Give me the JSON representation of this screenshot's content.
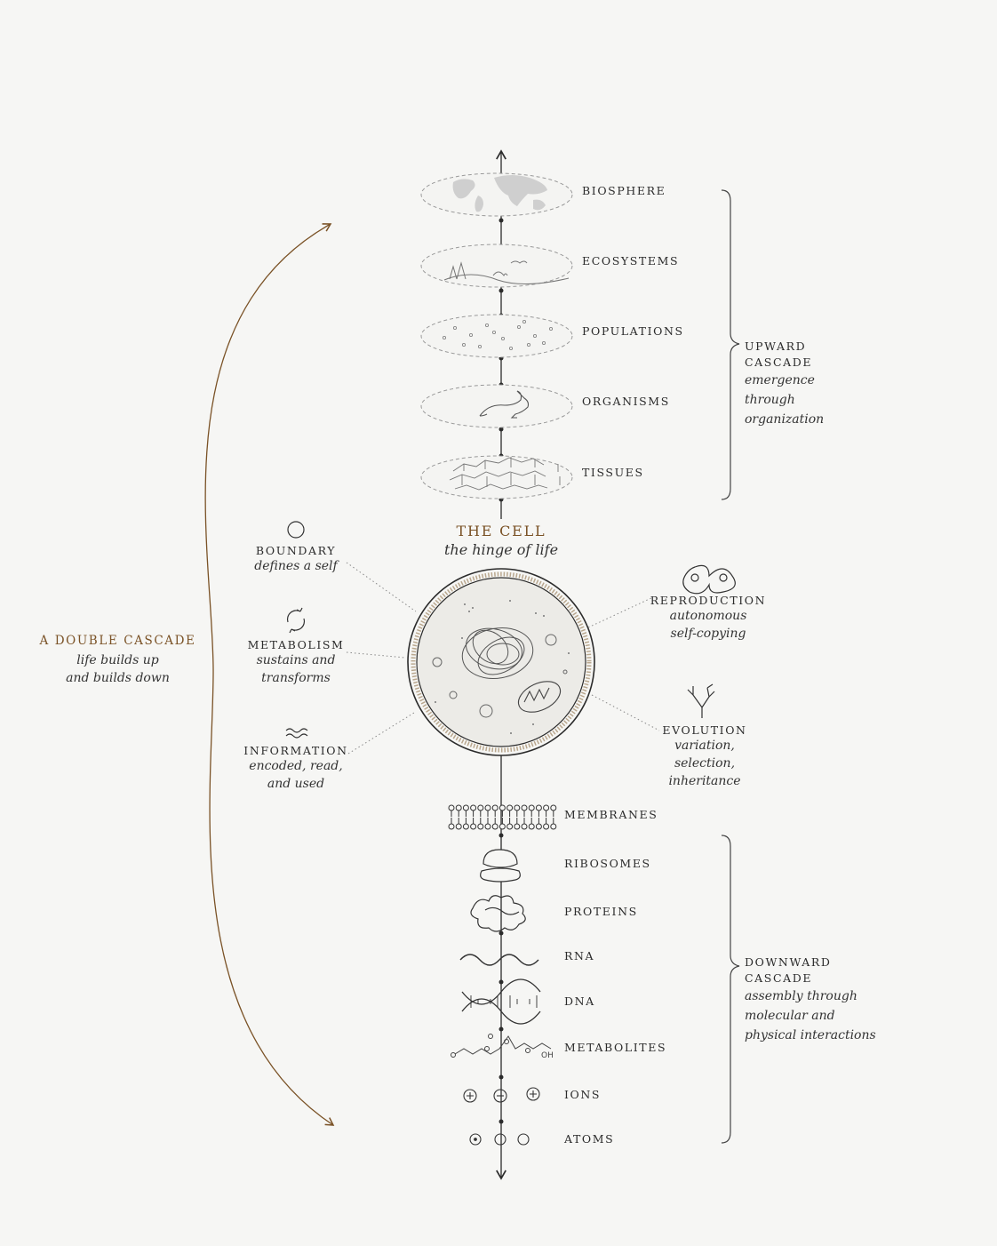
{
  "left_cascade": {
    "title": "A DOUBLE CASCADE",
    "line1": "life builds up",
    "line2": "and builds down"
  },
  "upward_levels": [
    "BIOSPHERE",
    "ECOSYSTEMS",
    "POPULATIONS",
    "ORGANISMS",
    "TISSUES"
  ],
  "upward_cascade": {
    "title_line1": "UPWARD",
    "title_line2": "CASCADE",
    "desc_line1": "emergence",
    "desc_line2": "through",
    "desc_line3": "organization"
  },
  "cell": {
    "title": "THE CELL",
    "subtitle": "the hinge of life"
  },
  "properties": {
    "boundary": {
      "title": "BOUNDARY",
      "line1": "defines a self"
    },
    "metabolism": {
      "title": "METABOLISM",
      "line1": "sustains and",
      "line2": "transforms"
    },
    "information": {
      "title": "INFORMATION",
      "line1": "encoded, read,",
      "line2": "and used"
    },
    "reproduction": {
      "title": "REPRODUCTION",
      "line1": "autonomous",
      "line2": "self-copying"
    },
    "evolution": {
      "title": "EVOLUTION",
      "line1": "variation,",
      "line2": "selection,",
      "line3": "inheritance"
    }
  },
  "downward_levels": [
    "MEMBRANES",
    "RIBOSOMES",
    "PROTEINS",
    "RNA",
    "DNA",
    "METABOLITES",
    "IONS",
    "ATOMS"
  ],
  "downward_cascade": {
    "title_line1": "DOWNWARD",
    "title_line2": "CASCADE",
    "desc_line1": "assembly through",
    "desc_line2": "molecular and",
    "desc_line3": "physical interactions"
  },
  "metabolite_label": "OH",
  "colors": {
    "accent": "#7a5226",
    "ink": "#2b2b2b",
    "dash": "#9a9a9a"
  }
}
